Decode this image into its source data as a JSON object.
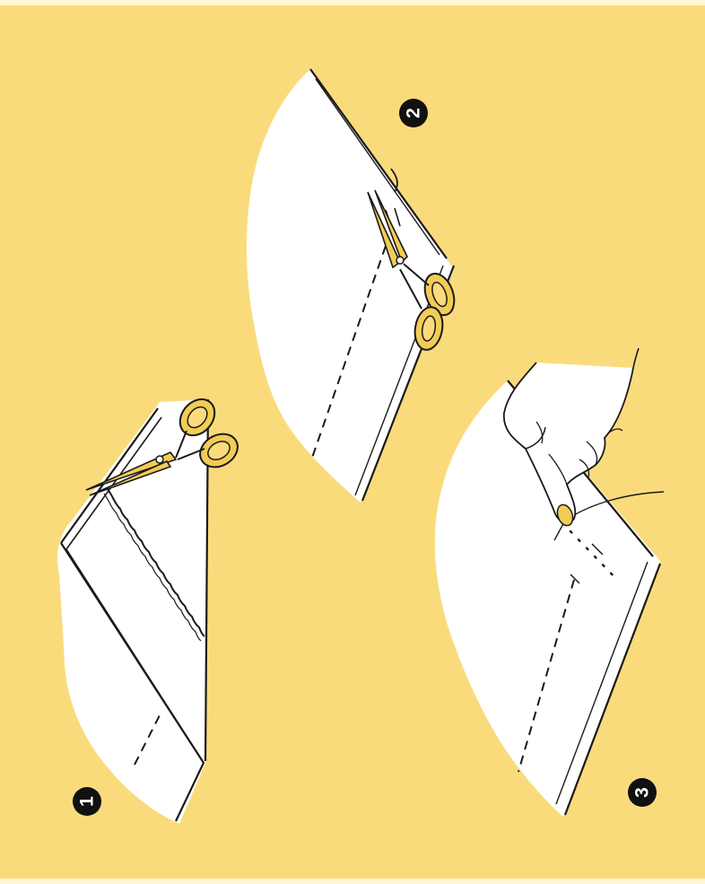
{
  "colors": {
    "background": "#fadb7c",
    "fabric": "#ffffff",
    "outline": "#1a1a1a",
    "scissors": "#f2cc55",
    "badge": "#111111",
    "badge_text": "#ffffff"
  },
  "steps": [
    {
      "number": "1",
      "icon": "scissors-icon"
    },
    {
      "number": "2",
      "icon": "scissors-icon"
    },
    {
      "number": "3",
      "icon": "hand-icon"
    }
  ]
}
